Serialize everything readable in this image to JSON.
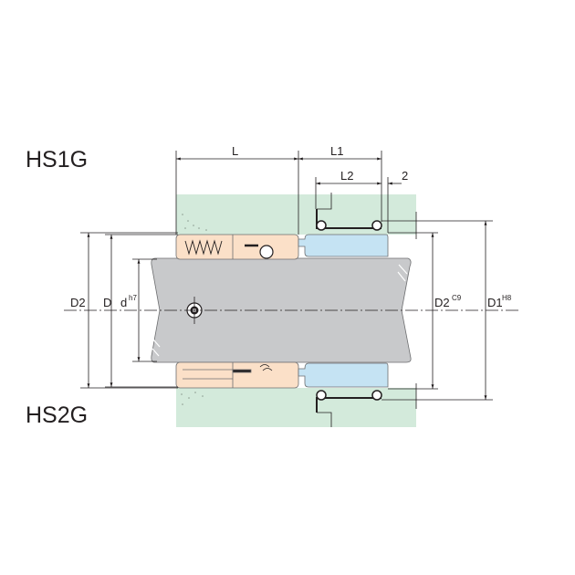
{
  "variants": {
    "top": "HS1G",
    "bottom": "HS2G"
  },
  "dimensions": {
    "L": "L",
    "L1": "L1",
    "L2": "L2",
    "two": "2",
    "D2_left": "D2",
    "D": "D",
    "d": "d",
    "d_tol": "h7",
    "D2_right": "D2",
    "D2_tol": "C9",
    "D1": "D1",
    "D1_tol": "H8"
  },
  "colors": {
    "housing": "#d3eadb",
    "shaft": "#c8c9cb",
    "rotating_unit": "#fbe0c8",
    "stationary_seat": "#c5e3f3",
    "line": "#231f20"
  }
}
